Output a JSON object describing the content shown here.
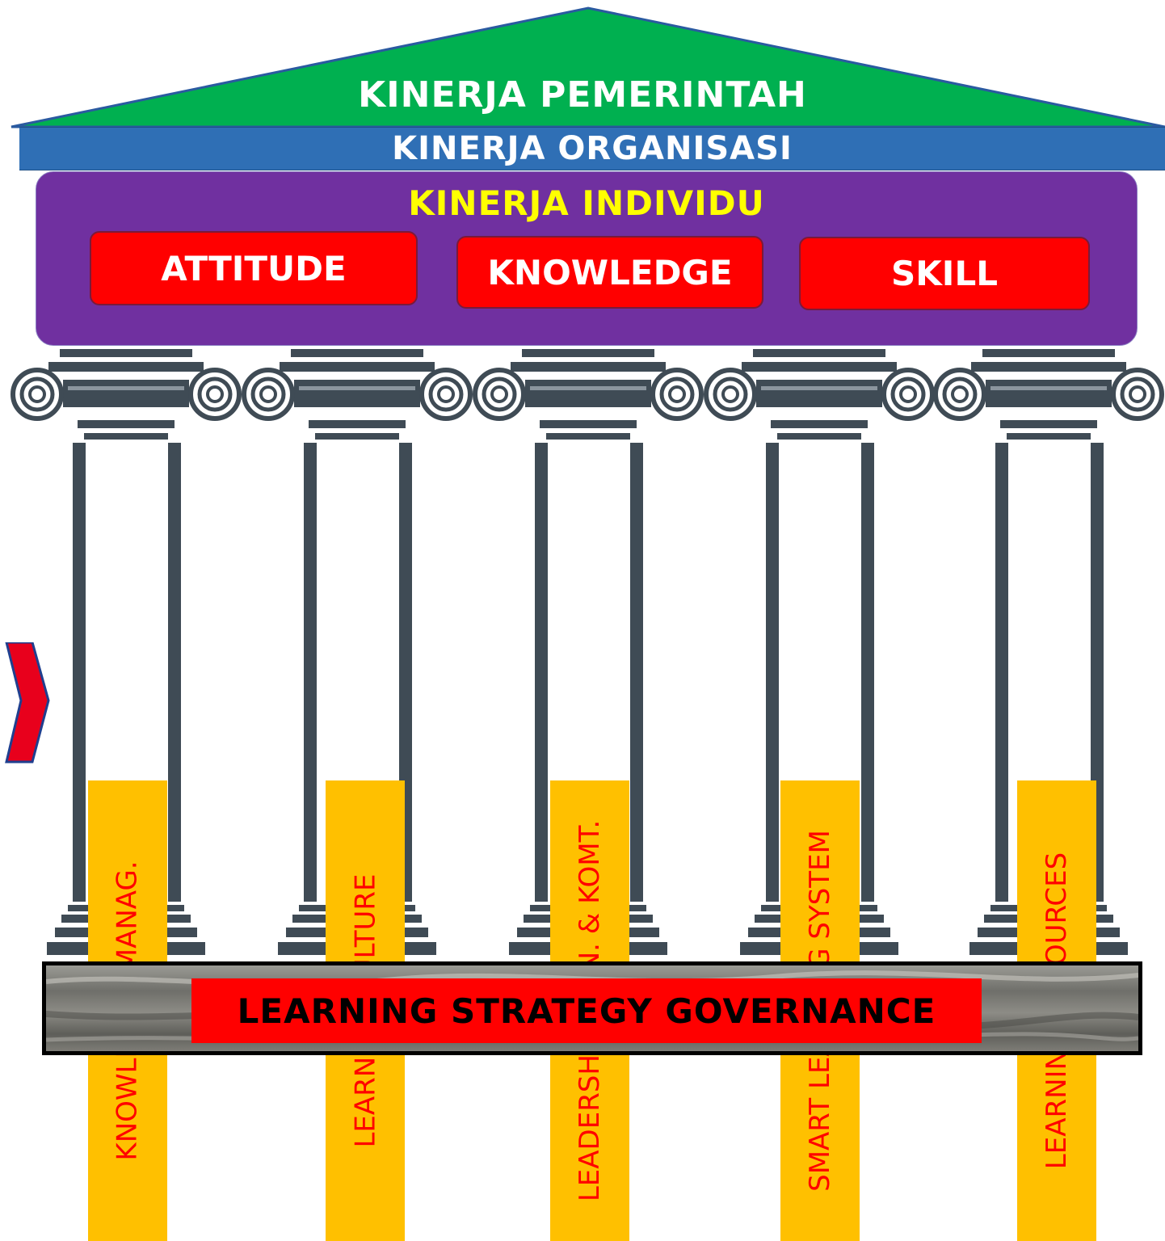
{
  "roof": {
    "title": "KINERJA PEMERINTAH"
  },
  "organisation_band": {
    "title": "KINERJA ORGANISASI"
  },
  "individual": {
    "title": "KINERJA INDIVIDU",
    "competencies": [
      "ATTITUDE",
      "KNOWLEDGE",
      "SKILL"
    ]
  },
  "pillars": [
    "KNOWLEDGE MANAG.",
    "LEARNING CULTURE",
    "LEADERSHIP OWN. & KOMT.",
    "SMART LEARNING SYSTEM",
    "LEARNING RESOURCES"
  ],
  "foundation": {
    "title": "LEARNING STRATEGY GOVERNANCE"
  },
  "icons": {
    "left_marker": "chevron-right-icon",
    "pillar_capital": "ionic-column-icon"
  },
  "colors": {
    "roof": "#00b050",
    "organisation_band": "#2f6fb5",
    "individual_box": "#7030a0",
    "individual_title": "#ffff00",
    "competency_box": "#ff0000",
    "pillar_label_bg": "#ffc000",
    "pillar_label_text": "#ff0000",
    "column_stone": "#3f4b55",
    "foundation_label": "#ff0000"
  }
}
